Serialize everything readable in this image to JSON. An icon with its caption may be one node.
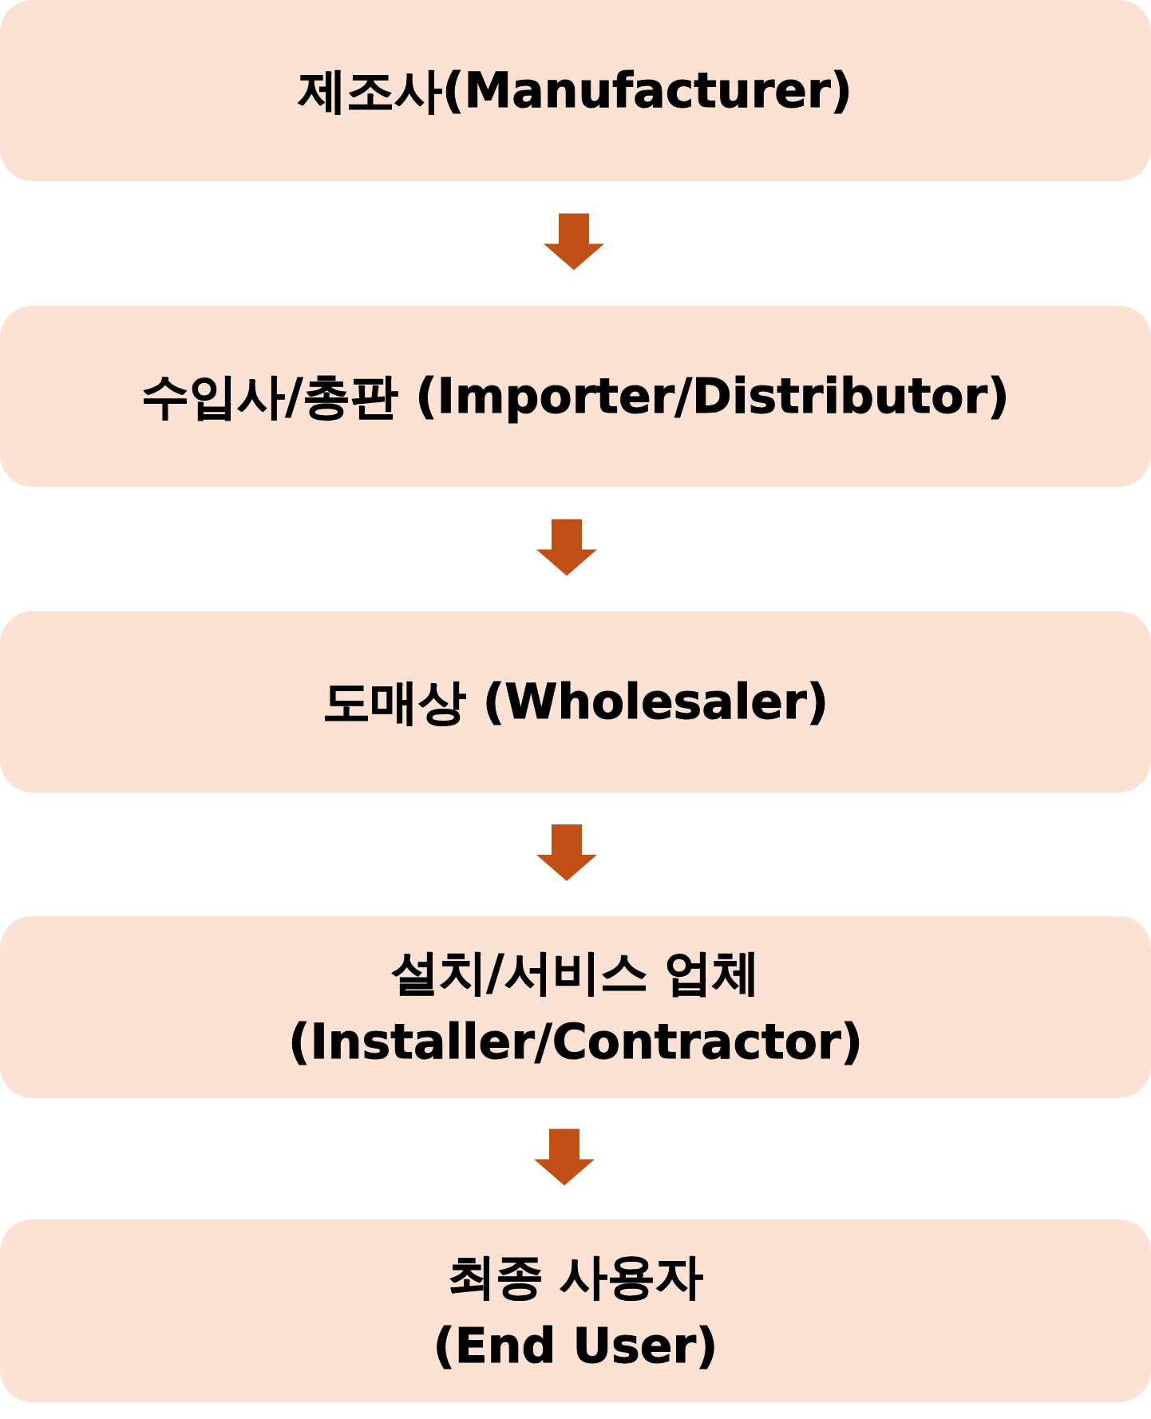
{
  "diagram": {
    "nodes": [
      {
        "text": [
          "제조사(Manufacturer)"
        ]
      },
      {
        "text": [
          "수입사/총판 (Importer/Distributor)"
        ]
      },
      {
        "text": [
          "도매상 (Wholesaler)"
        ]
      },
      {
        "text": [
          "설치/서비스 업체 (Installer/Contractor)"
        ]
      },
      {
        "text": [
          "최종 사용자 (End User)"
        ]
      }
    ],
    "edges": [
      {
        "from": 0,
        "to": 1,
        "arrow": "to"
      },
      {
        "from": 1,
        "to": 2,
        "arrow": "to"
      },
      {
        "from": 2,
        "to": 3,
        "arrow": "to"
      },
      {
        "from": 3,
        "to": 4,
        "arrow": "to"
      }
    ]
  }
}
